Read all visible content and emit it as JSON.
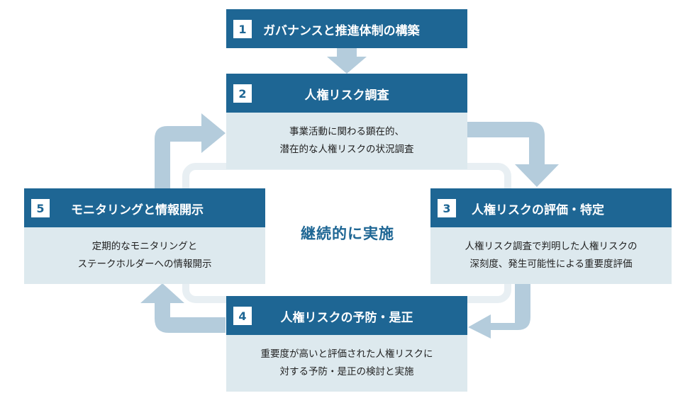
{
  "center_label": "継続的に実施",
  "steps": [
    {
      "number": "1",
      "title": "ガバナンスと推進体制の構築"
    },
    {
      "number": "2",
      "title": "人権リスク調査",
      "description": [
        "事業活動に関わる顕在的、",
        "潜在的な人権リスクの状況調査"
      ]
    },
    {
      "number": "3",
      "title": "人権リスクの評価・特定",
      "description": [
        "人権リスク調査で判明した人権リスクの",
        "深刻度、発生可能性による重要度評価"
      ]
    },
    {
      "number": "4",
      "title": "人権リスクの予防・是正",
      "description": [
        "重要度が高いと評価された人権リスクに",
        "対する予防・是正の検討と実施"
      ]
    },
    {
      "number": "5",
      "title": "モニタリングと情報開示",
      "description": [
        "定期的なモニタリングと",
        "ステークホルダーへの情報開示"
      ]
    }
  ],
  "colors": {
    "header": "#1e6694",
    "body": "#dde9ee",
    "arrow": "#b4ccdc",
    "loop": "#e8eff3"
  }
}
